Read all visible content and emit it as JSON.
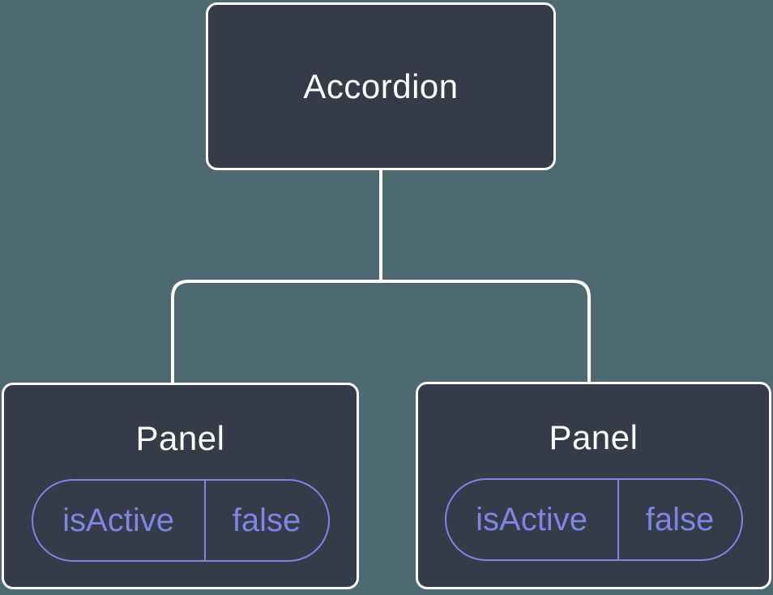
{
  "diagram": {
    "title": "component-state-tree",
    "colors": {
      "background": "#4D6971",
      "node_fill": "#353B48",
      "node_border": "#FFFFFF",
      "accent": "#7E85E5"
    },
    "root": {
      "label": "Accordion"
    },
    "children": [
      {
        "label": "Panel",
        "state": {
          "name": "isActive",
          "value": "false"
        }
      },
      {
        "label": "Panel",
        "state": {
          "name": "isActive",
          "value": "false"
        }
      }
    ]
  }
}
